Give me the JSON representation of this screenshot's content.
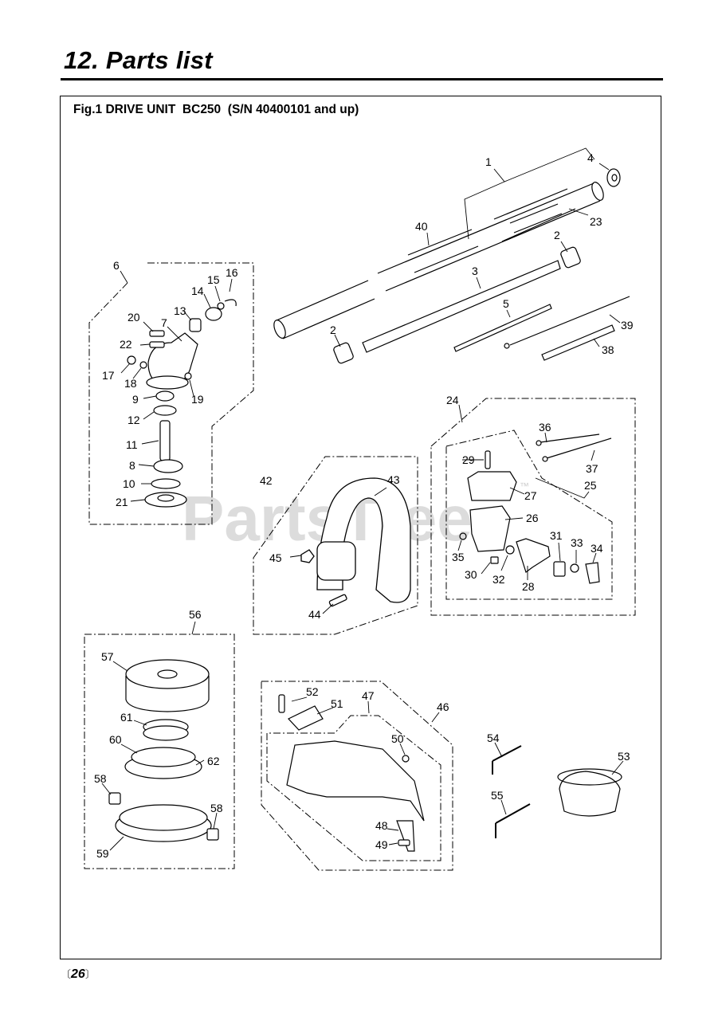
{
  "header": {
    "title": "12. Parts list"
  },
  "figure": {
    "caption": "Fig.1 DRIVE UNIT  BC250  (S/N 40400101 and up)",
    "watermark": "PartsTree",
    "watermark_tm": "™",
    "callouts": [
      "1",
      "2",
      "2",
      "3",
      "4",
      "5",
      "6",
      "7",
      "8",
      "9",
      "10",
      "11",
      "12",
      "13",
      "14",
      "15",
      "16",
      "17",
      "18",
      "19",
      "20",
      "21",
      "22",
      "23",
      "24",
      "25",
      "26",
      "27",
      "28",
      "29",
      "30",
      "31",
      "32",
      "33",
      "34",
      "35",
      "36",
      "37",
      "38",
      "39",
      "40",
      "42",
      "43",
      "44",
      "45",
      "46",
      "47",
      "48",
      "49",
      "50",
      "51",
      "52",
      "53",
      "54",
      "55",
      "56",
      "57",
      "58",
      "58",
      "59",
      "60",
      "61",
      "62"
    ]
  },
  "footer": {
    "page_number": "26",
    "bracket_open": "〔",
    "bracket_close": "〕"
  }
}
